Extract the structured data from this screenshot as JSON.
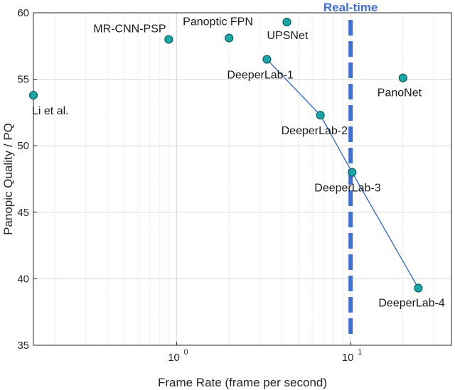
{
  "chart_data": {
    "type": "scatter",
    "xlabel": "Frame Rate (frame per second)",
    "ylabel": "Panopic Quality / PQ",
    "xscale": "log",
    "xlim": [
      0.15,
      38
    ],
    "ylim": [
      35,
      60
    ],
    "yticks": [
      35,
      40,
      45,
      50,
      55,
      60
    ],
    "xticks": [
      {
        "value": 1,
        "base": "10",
        "exp": "0"
      },
      {
        "value": 10,
        "base": "10",
        "exp": "1"
      }
    ],
    "grid": true,
    "points": [
      {
        "label": "Li et al.",
        "x": 0.15,
        "y": 53.8
      },
      {
        "label": "MR-CNN-PSP",
        "x": 0.9,
        "y": 58.0
      },
      {
        "label": "Panoptic FPN",
        "x": 2.0,
        "y": 58.1
      },
      {
        "label": "UPSNet",
        "x": 4.3,
        "y": 59.3
      },
      {
        "label": "PanoNet",
        "x": 20.0,
        "y": 55.1
      },
      {
        "label": "DeeperLab-1",
        "x": 3.3,
        "y": 56.5
      },
      {
        "label": "DeeperLab-2",
        "x": 6.7,
        "y": 52.3
      },
      {
        "label": "DeeperLab-3",
        "x": 10.2,
        "y": 48.0
      },
      {
        "label": "DeeperLab-4",
        "x": 24.5,
        "y": 39.3
      }
    ],
    "connected_series": [
      "DeeperLab-1",
      "DeeperLab-2",
      "DeeperLab-3",
      "DeeperLab-4"
    ],
    "reference_line": {
      "x": 10,
      "label": "Real-time"
    },
    "colors": {
      "marker_fill": "#1aa6a6",
      "marker_edge": "#0b5e5e",
      "line": "#2e63c7",
      "reference": "#3f6fd1",
      "grid": "#e6e6e6",
      "axis": "#262626"
    }
  }
}
